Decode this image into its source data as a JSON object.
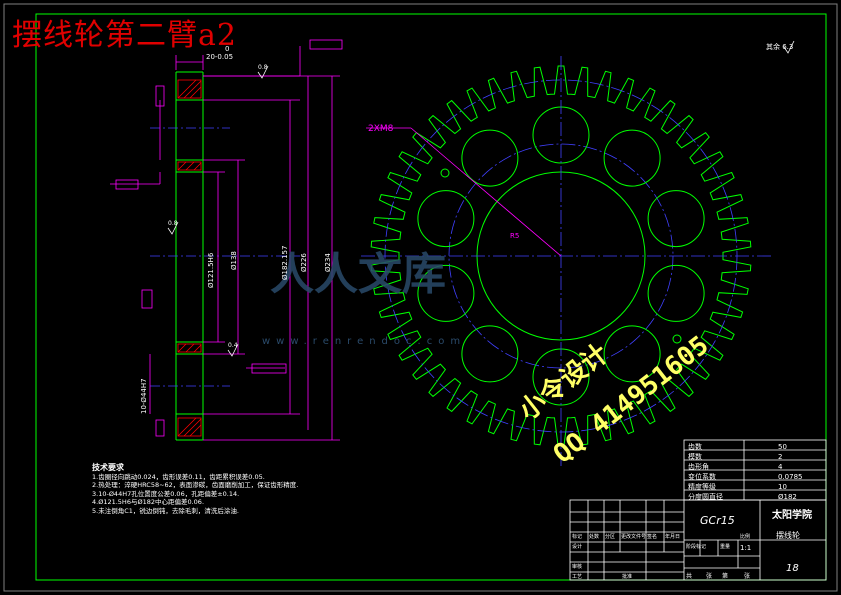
{
  "title": "摆线轮第二臂a2",
  "watermarks": {
    "brand": "人人文库",
    "url": "www.renrendoc.com",
    "design_cn": "小令设计",
    "qq": "QQ 414951605"
  },
  "dimensions": {
    "thickness": "20-0.05",
    "thickness_tol": "0",
    "dia_121": "Ø121.5H6",
    "dia_138": "Ø138",
    "dia_182": "Ø182.157",
    "dia_226": "Ø226",
    "dia_234": "Ø234",
    "holes": "10-Ø44H7",
    "pin_label": "2XM8",
    "angle": "R5",
    "finish": "0.8",
    "finish_top": "0.8",
    "finish_mid": "0.8",
    "finish_low": "0.4",
    "other_finish": "其余 6.3"
  },
  "tech_notes": {
    "heading": "技术要求",
    "items": [
      "1.齿圈径向跳动0.024，齿形误差0.11，齿距累积误差0.05.",
      "2.热处理：淬硬HRC58~62，表面渗碳，齿面磨削加工，保证齿形精度.",
      "3.10-Ø44H7孔位置度公差0.06，孔距偏差±0.14.",
      "4.Ø121.5H6与Ø182中心距偏差0.06.",
      "5.未注倒角C1，锐边倒钝，去除毛刺，清洗后涂油."
    ]
  },
  "params": {
    "rows": [
      {
        "label": "齿数",
        "value": "50"
      },
      {
        "label": "模数",
        "value": "2"
      },
      {
        "label": "齿形角",
        "value": "4"
      },
      {
        "label": "变位系数",
        "value": "0.0785"
      },
      {
        "label": "精度等级",
        "value": "10"
      },
      {
        "label": "分度圆直径",
        "value": "Ø182"
      }
    ]
  },
  "title_block": {
    "material": "GCr15",
    "school": "太阳学院",
    "part_name": "摆线轮",
    "scale": "1:1",
    "sheet": "18",
    "labels": [
      "标记",
      "处数",
      "分区",
      "更改文件号",
      "签名",
      "年月日"
    ],
    "labels2": [
      "设计",
      "审核",
      "工艺",
      "批准"
    ],
    "stage_labels": [
      "阶段标记",
      "重量",
      "比例"
    ],
    "sheet_labels": [
      "共",
      "张",
      "第",
      "张"
    ]
  },
  "colors": {
    "frame": "#00ff00",
    "gear": "#00ff00",
    "dimension": "#ff00ff",
    "centerline": "#4040ff",
    "section": "#ff0000",
    "text_white": "#ffffff",
    "title_red": "#e00000",
    "watermark": "#ffff66"
  }
}
